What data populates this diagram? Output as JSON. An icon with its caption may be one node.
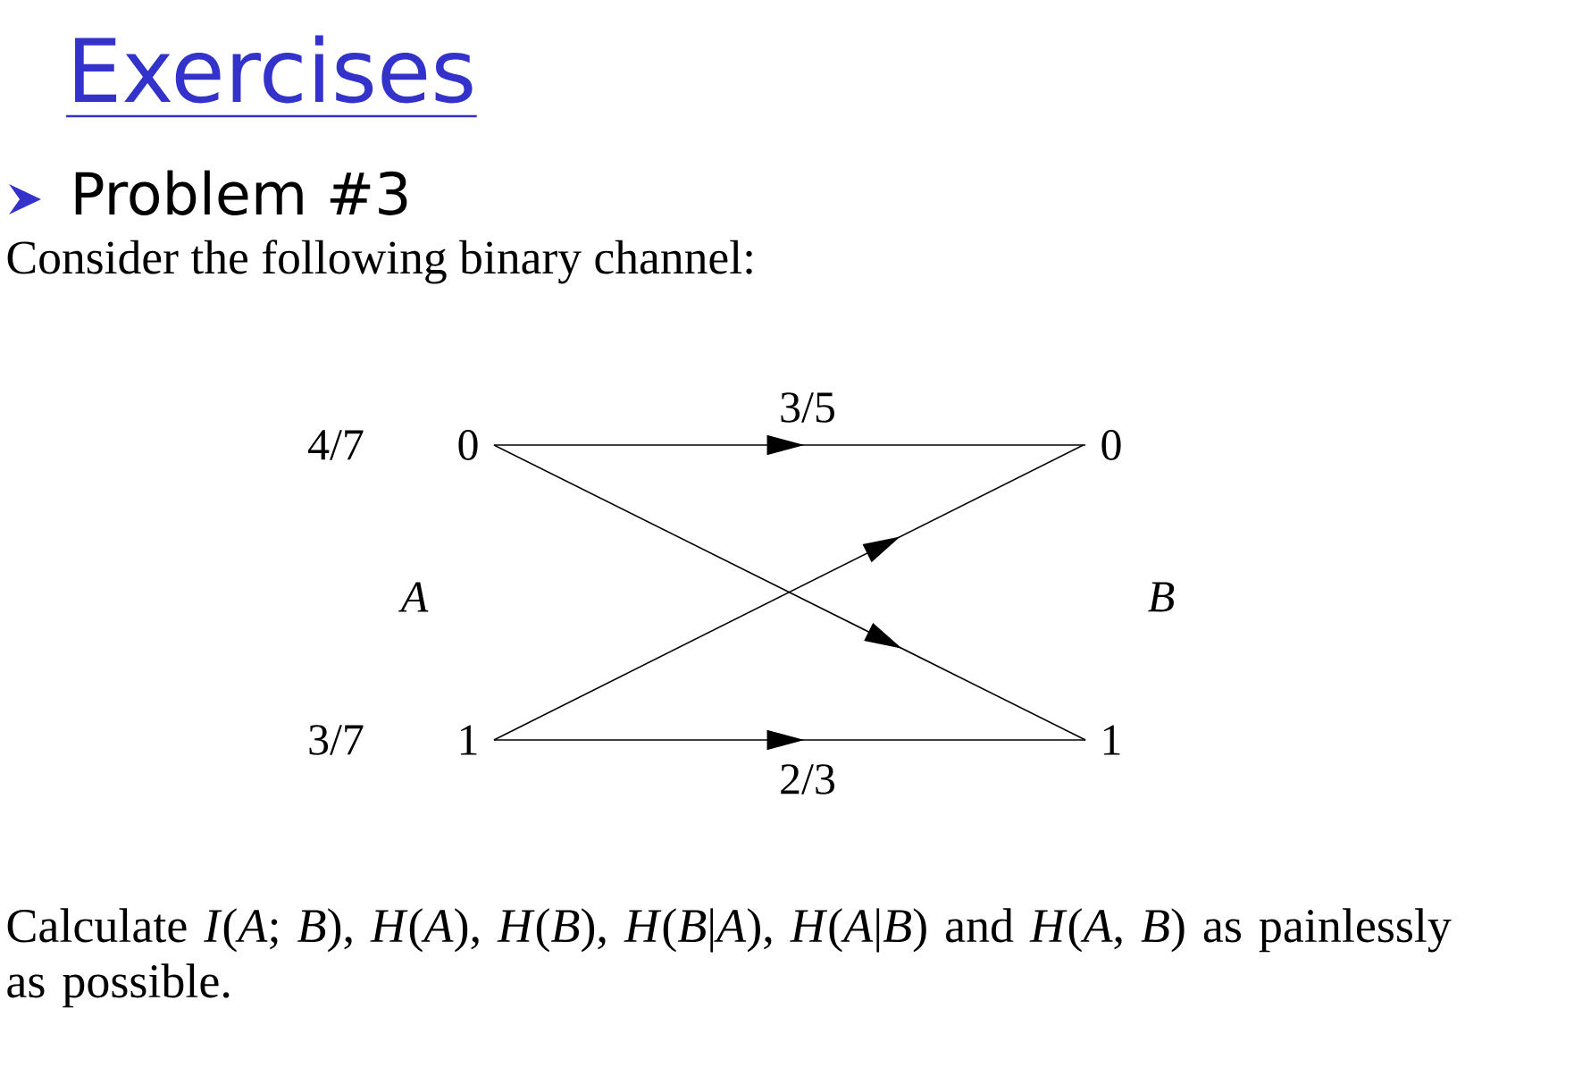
{
  "diagram": {
    "title": "Exercises",
    "nodes": [
      {
        "text": [
          "0"
        ],
        "beside": [
          "4/7"
        ]
      },
      {
        "text": [
          "0"
        ]
      },
      {
        "text": [
          "1"
        ],
        "beside": [
          "3/7"
        ]
      },
      {
        "text": [
          "1"
        ]
      }
    ],
    "edges": [
      {
        "from": 0,
        "to": 1,
        "arrow": "to",
        "label": "3/5"
      },
      {
        "from": 0,
        "to": 3,
        "arrow": "to"
      },
      {
        "from": 2,
        "to": 1,
        "arrow": "to"
      },
      {
        "from": 2,
        "to": 3,
        "arrow": "to",
        "label": "2/3"
      }
    ],
    "labels": [
      "Problem #3",
      "Consider the following binary channel:",
      "A",
      "B",
      "Calculate *I*(*A*; *B*), *H*(*A*), *H*(*B*), *H*(*B*|*A*), *H*(*A*|*B*) and *H*(*A*, *B*) as painlessly as possible."
    ]
  }
}
